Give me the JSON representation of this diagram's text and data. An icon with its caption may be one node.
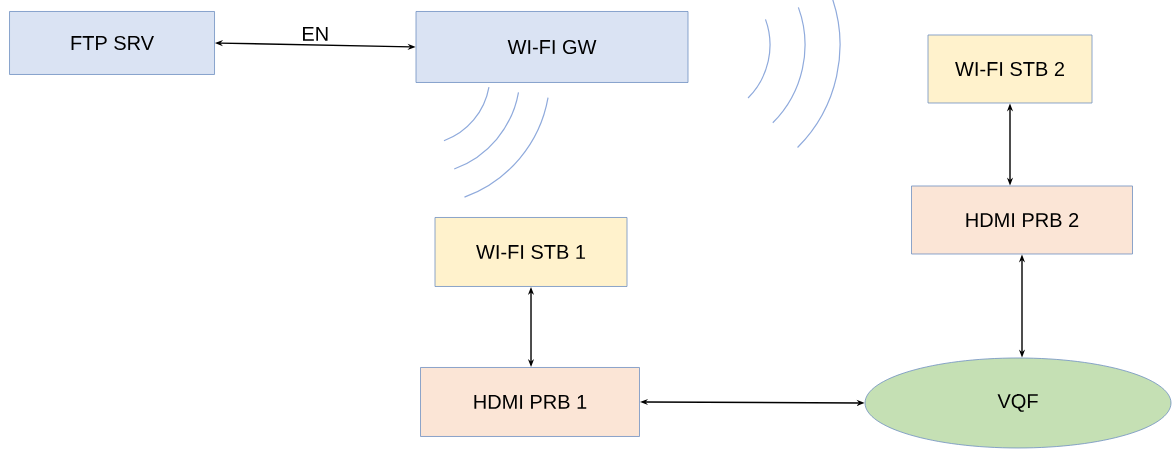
{
  "diagram": {
    "nodes": [
      {
        "text": [
          "FTP SRV"
        ]
      },
      {
        "text": [
          "WI-FI GW"
        ]
      },
      {
        "text": [
          "WI-FI STB 2"
        ]
      },
      {
        "text": [
          "HDMI PRB 2"
        ]
      },
      {
        "text": [
          "WI-FI STB 1"
        ]
      },
      {
        "text": [
          "HDMI PRB 1"
        ]
      },
      {
        "text": [
          "VQF"
        ]
      }
    ],
    "edges": [
      {
        "from": 0,
        "to": 1,
        "arrow": "both",
        "label": "EN"
      },
      {
        "from": 2,
        "to": 3,
        "arrow": "both"
      },
      {
        "from": 3,
        "to": 6,
        "arrow": "both"
      },
      {
        "from": 4,
        "to": 5,
        "arrow": "both"
      },
      {
        "from": 5,
        "to": 6,
        "arrow": "both"
      }
    ]
  }
}
